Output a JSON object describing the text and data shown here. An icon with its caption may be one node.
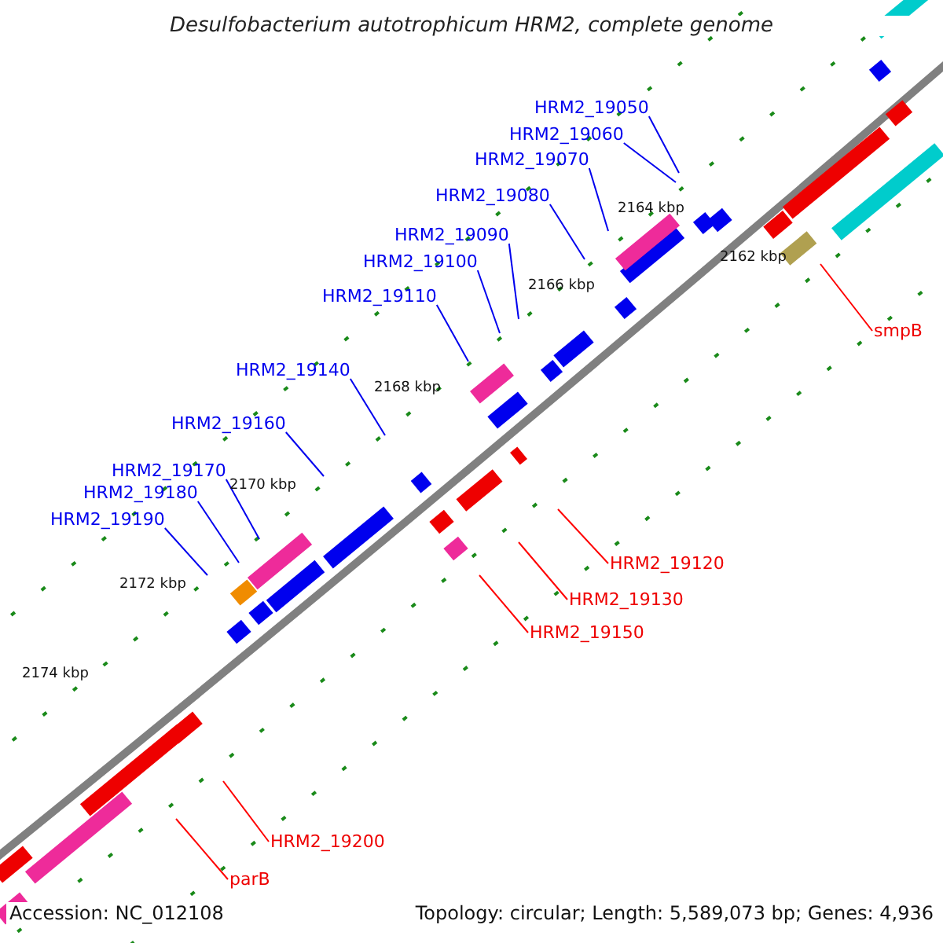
{
  "diagram": {
    "title": "Desulfobacterium autotrophicum HRM2, complete genome",
    "nodes": [
      {
        "text": [
          "HRM2_19050"
        ]
      },
      {
        "text": [
          "HRM2_19060"
        ]
      },
      {
        "text": [
          "HRM2_19070"
        ]
      },
      {
        "text": [
          "HRM2_19080"
        ]
      },
      {
        "text": [
          "HRM2_19090"
        ]
      },
      {
        "text": [
          "HRM2_19100"
        ]
      },
      {
        "text": [
          "HRM2_19110"
        ]
      },
      {
        "text": [
          "smpB"
        ]
      },
      {
        "text": [
          "HRM2_19140"
        ]
      },
      {
        "text": [
          "HRM2_19160"
        ]
      },
      {
        "text": [
          "HRM2_19170"
        ]
      },
      {
        "text": [
          "HRM2_19180"
        ]
      },
      {
        "text": [
          "HRM2_19190"
        ]
      },
      {
        "text": [
          "HRM2_19120"
        ]
      },
      {
        "text": [
          "HRM2_19130"
        ]
      },
      {
        "text": [
          "HRM2_19150"
        ]
      },
      {
        "text": [
          "HRM2_19200"
        ]
      },
      {
        "text": [
          "parB"
        ]
      }
    ],
    "edges": [
      {
        "from": 0,
        "to": null,
        "arrow": "none"
      },
      {
        "from": 1,
        "to": null,
        "arrow": "none"
      },
      {
        "from": 2,
        "to": null,
        "arrow": "none"
      },
      {
        "from": 3,
        "to": null,
        "arrow": "none"
      },
      {
        "from": 4,
        "to": null,
        "arrow": "none"
      },
      {
        "from": 5,
        "to": null,
        "arrow": "none"
      },
      {
        "from": 6,
        "to": null,
        "arrow": "none"
      },
      {
        "from": 7,
        "to": null,
        "arrow": "none",
        "color": "#ff0000"
      },
      {
        "from": 8,
        "to": null,
        "arrow": "none"
      },
      {
        "from": 9,
        "to": null,
        "arrow": "none"
      },
      {
        "from": 10,
        "to": null,
        "arrow": "none"
      },
      {
        "from": 11,
        "to": null,
        "arrow": "none"
      },
      {
        "from": 12,
        "to": null,
        "arrow": "none"
      },
      {
        "from": 13,
        "to": null,
        "arrow": "none",
        "color": "#ff0000"
      },
      {
        "from": 14,
        "to": null,
        "arrow": "none",
        "color": "#ff0000"
      },
      {
        "from": 15,
        "to": null,
        "arrow": "none",
        "color": "#ff0000"
      },
      {
        "from": 16,
        "to": null,
        "arrow": "none",
        "color": "#ff0000"
      },
      {
        "from": 17,
        "to": null,
        "arrow": "none",
        "color": "#ff0000"
      }
    ],
    "labels": [
      "2162 kbp",
      "2164 kbp",
      "2166 kbp",
      "2168 kbp",
      "2170 kbp",
      "2172 kbp",
      "2174 kbp",
      "Accession: NC_012108",
      "Topology: circular; Length: 5,589,073 bp; Genes: 4,936"
    ]
  }
}
